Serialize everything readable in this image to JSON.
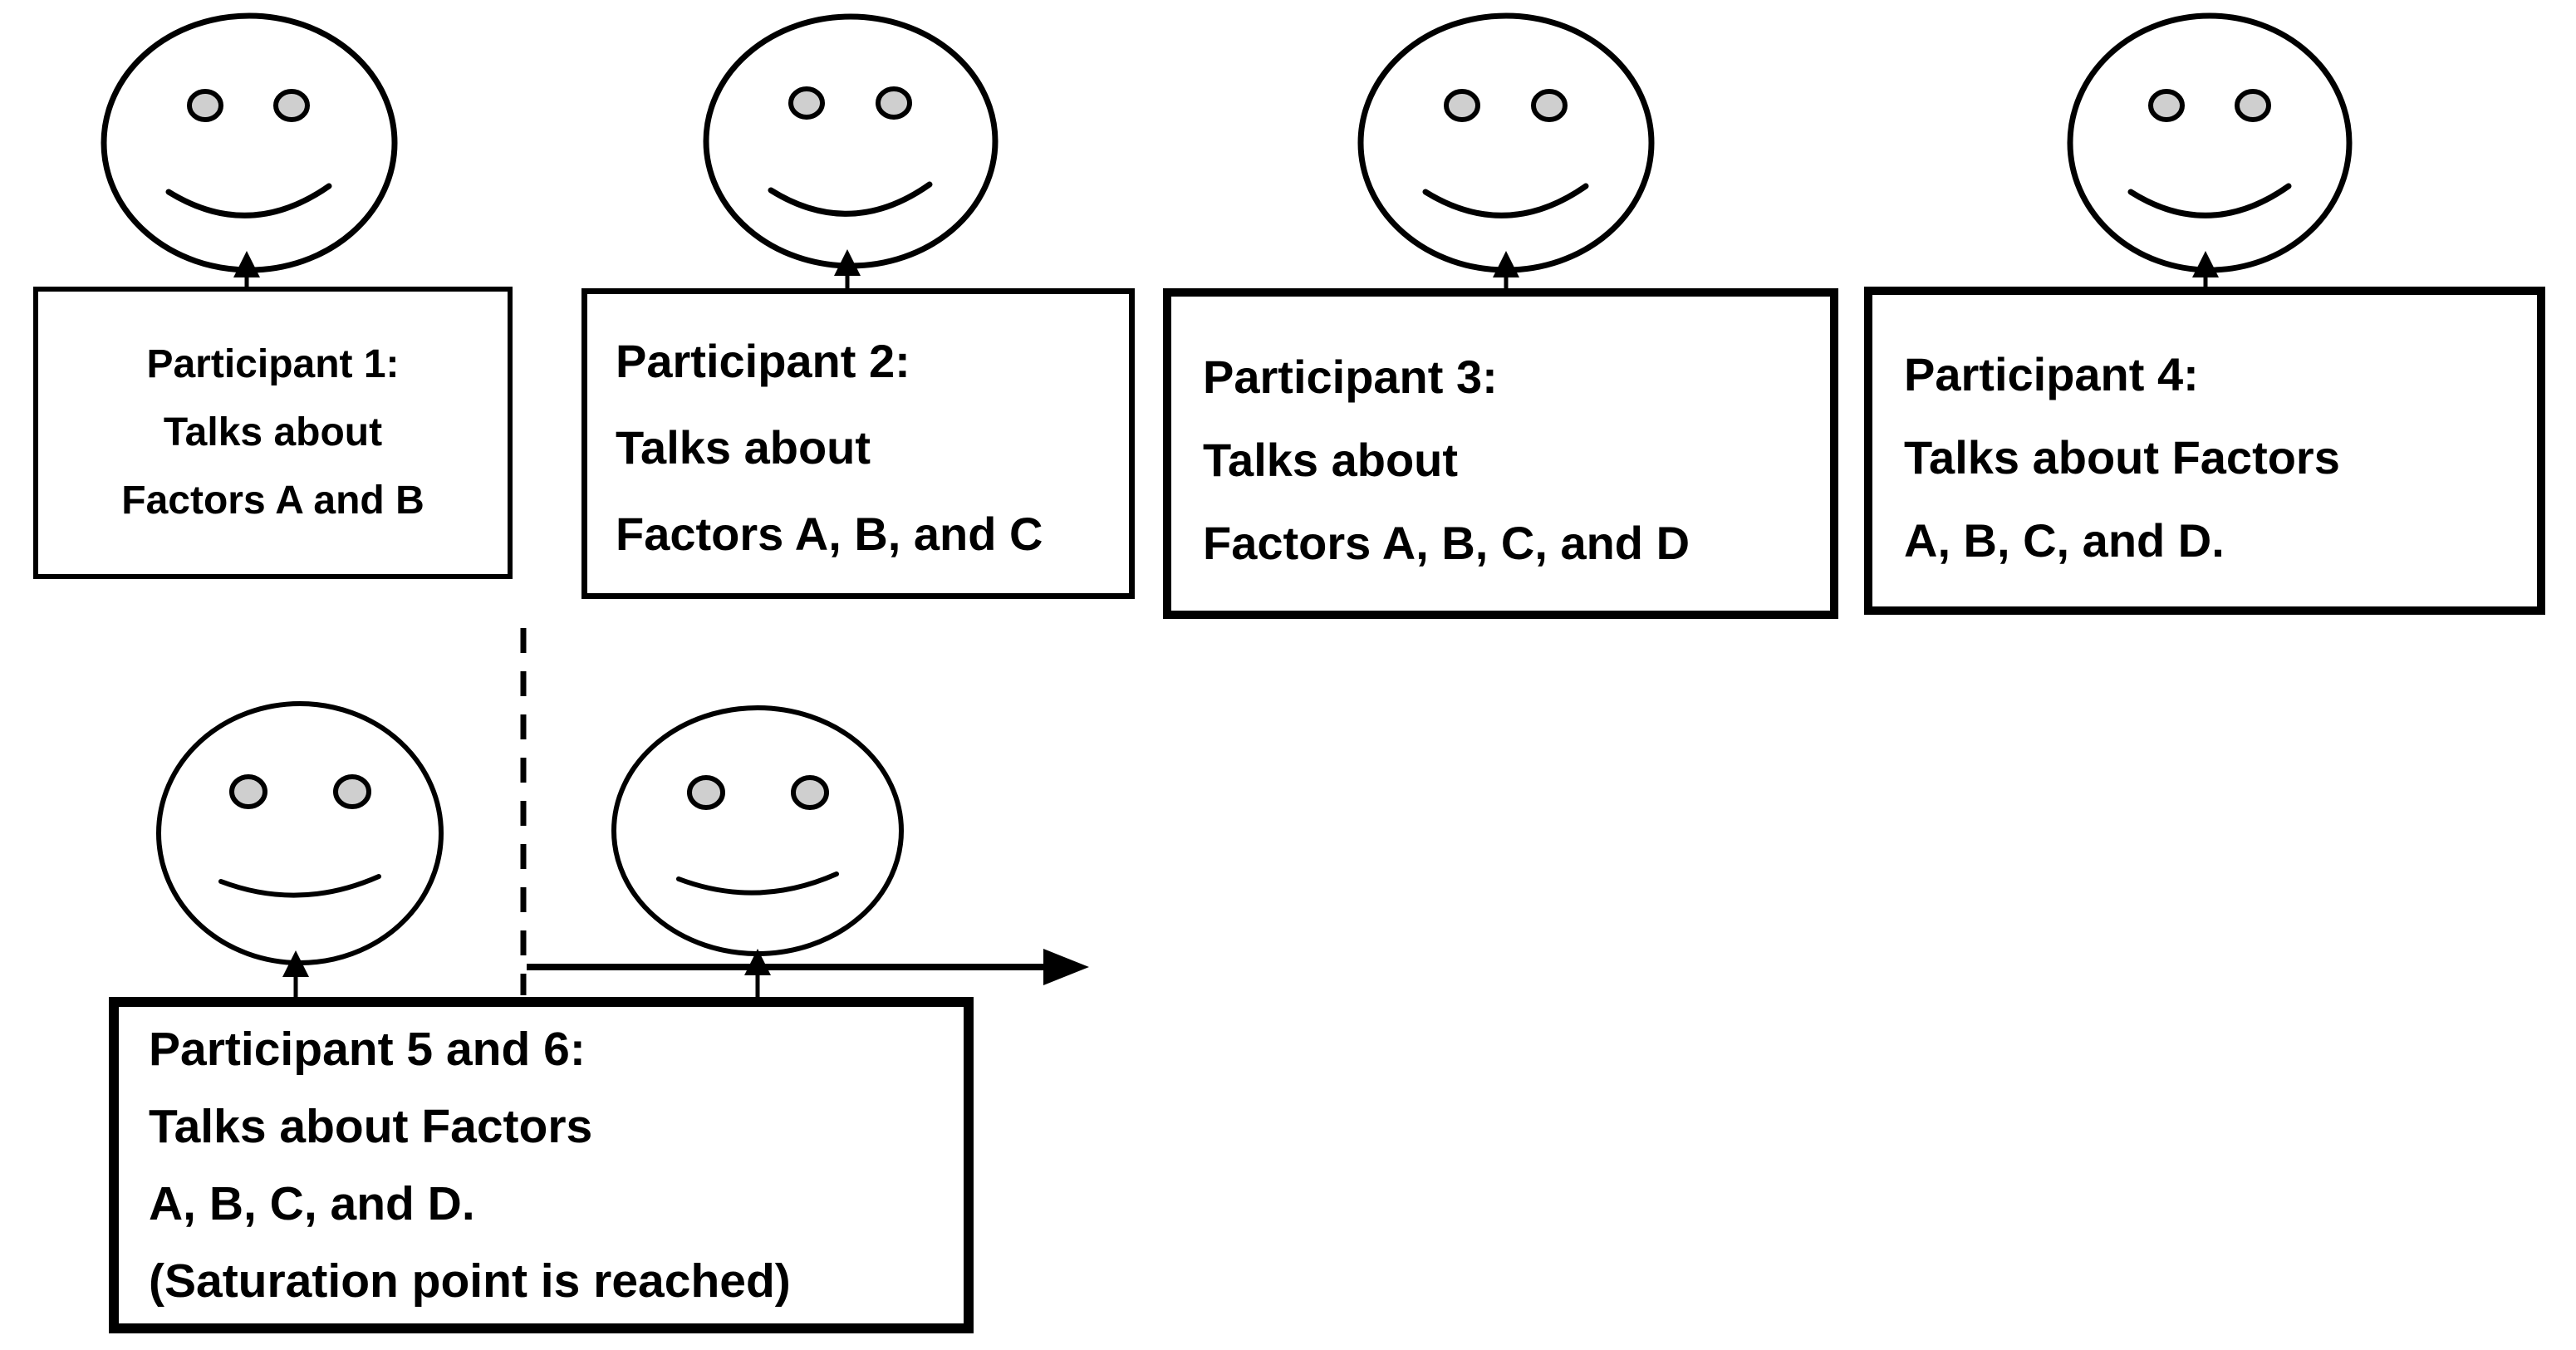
{
  "colors": {
    "background": "#ffffff",
    "line": "#000000",
    "eye_fill": "#cfcfcf"
  },
  "icons": {
    "face": "smiley-face-icon",
    "up_arrow": "up-arrow-icon",
    "divider": "saturation-divider-dashed-line",
    "timeline": "right-arrow"
  },
  "boxes": [
    {
      "id": "participant-1",
      "lines": [
        "Participant 1:",
        "Talks about",
        "Factors A and B"
      ]
    },
    {
      "id": "participant-2",
      "lines": [
        "Participant 2:",
        "Talks about",
        "Factors A, B, and C"
      ]
    },
    {
      "id": "participant-3",
      "lines": [
        "Participant 3:",
        "Talks about",
        "Factors A, B, C, and D"
      ]
    },
    {
      "id": "participant-4",
      "lines": [
        "Participant 4:",
        "Talks about Factors",
        "A, B, C, and D."
      ]
    },
    {
      "id": "participant-5-6",
      "lines": [
        "Participant 5 and 6:",
        "Talks about Factors",
        "A, B, C, and D.",
        "(Saturation point is reached)"
      ]
    }
  ]
}
